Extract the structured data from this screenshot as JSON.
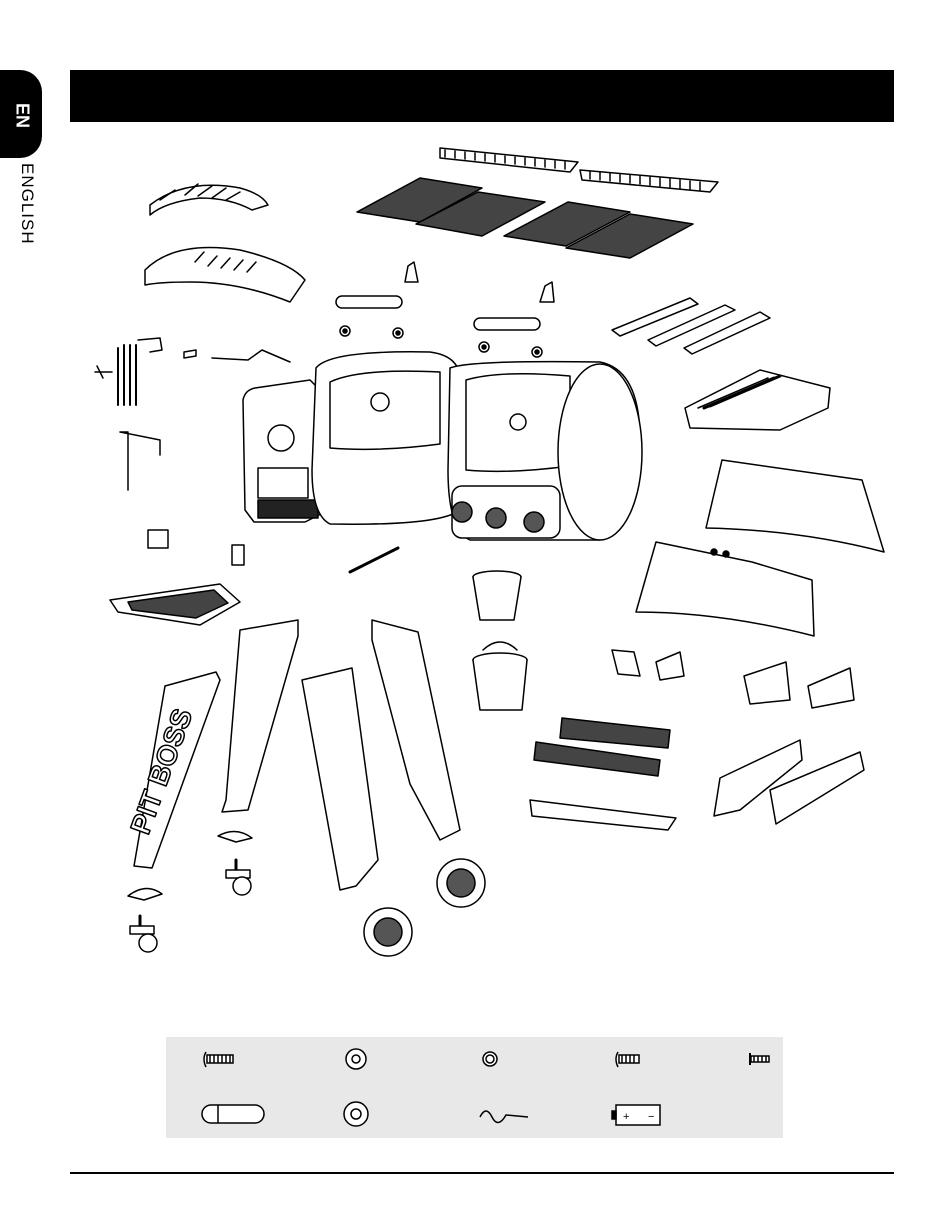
{
  "language_tab": {
    "code": "EN",
    "name": "ENGLISH"
  },
  "header": {
    "title": ""
  },
  "diagram": {
    "parts": [
      "hopper-lid",
      "smoker-lid",
      "grill-grates",
      "warming-racks",
      "handles",
      "cooking-chamber",
      "side-shelf",
      "front-panel",
      "legs",
      "wheels",
      "casters",
      "grease-bucket",
      "cup",
      "heat-shields",
      "brackets",
      "drip-tray"
    ],
    "leg_logo_text": "PIT BOSS",
    "battery_labels": {
      "positive": "+",
      "negative": "−"
    }
  },
  "hardware": {
    "items": [
      "bolt-long",
      "washer",
      "lock-washer",
      "bolt-short",
      "screw",
      "axle-pin",
      "flat-washer",
      "r-clip",
      "battery"
    ]
  }
}
